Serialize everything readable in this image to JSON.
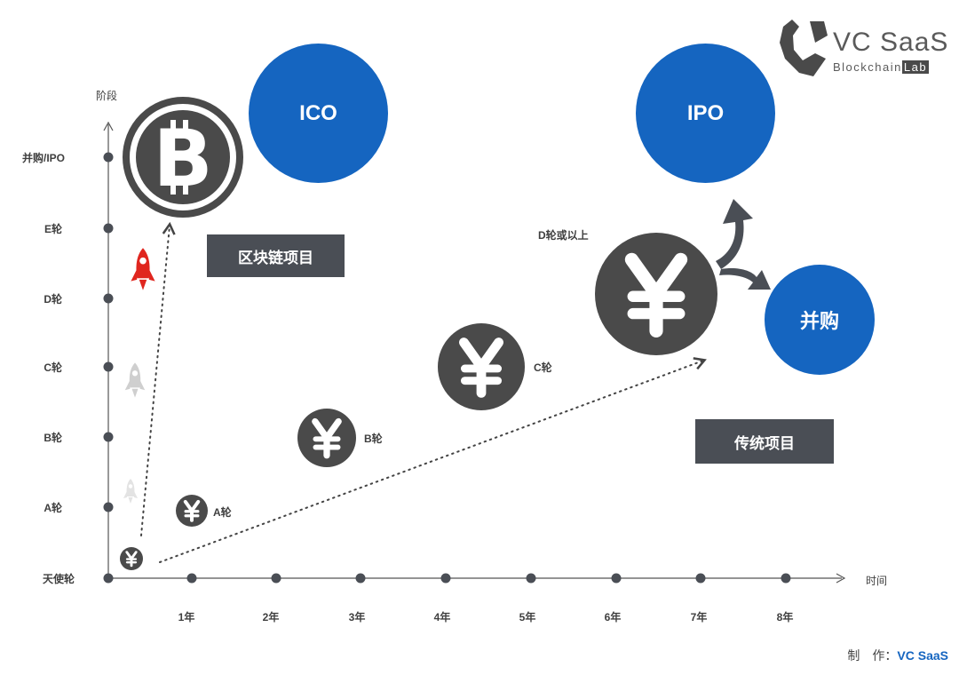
{
  "logo": {
    "main": "VC SaaS",
    "sub": "Blockchain",
    "sub_tag": "Lab"
  },
  "y_axis": {
    "title": "阶段",
    "ticks": [
      "天使轮",
      "A轮",
      "B轮",
      "C轮",
      "D轮",
      "E轮",
      "并购/IPO"
    ]
  },
  "x_axis": {
    "title": "时间",
    "ticks": [
      "1年",
      "2年",
      "3年",
      "4年",
      "5年",
      "6年",
      "7年",
      "8年"
    ]
  },
  "circles": {
    "ico": "ICO",
    "ipo": "IPO",
    "merger": "并购"
  },
  "boxes": {
    "blockchain": "区块链项目",
    "traditional": "传统项目"
  },
  "yuan_labels": {
    "a": "A轮",
    "b": "B轮",
    "c": "C轮",
    "d": "D轮或以上"
  },
  "footer": {
    "prefix": "制　作：",
    "brand": "VC SaaS"
  },
  "colors": {
    "accent_blue": "#1565c0",
    "dark_gray": "#4a4e55",
    "rocket_red": "#e0261f",
    "rocket_light": "#c9c9c9"
  },
  "icons": {
    "bitcoin": "bitcoin-icon",
    "yuan": "yuan-icon",
    "rocket": "rocket-icon",
    "split_arrow": "split-arrow-icon"
  }
}
